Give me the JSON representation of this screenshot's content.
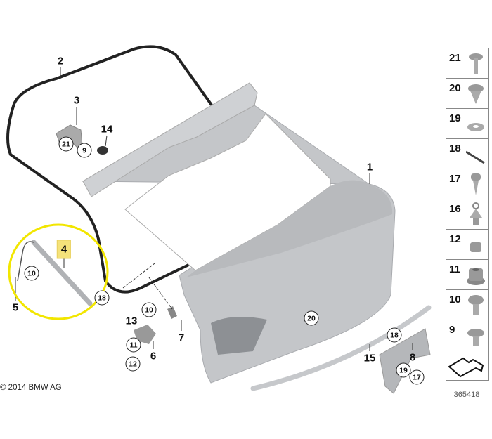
{
  "diagram": {
    "copyright": "© 2014 BMW AG",
    "diagram_number": "365418",
    "highlight_color": "#f2e600",
    "highlighted_part": "4",
    "callouts": [
      "1",
      "2",
      "3",
      "4",
      "5",
      "6",
      "7",
      "8",
      "13",
      "14",
      "15"
    ],
    "circled_refs": [
      "21",
      "9",
      "10",
      "18",
      "10",
      "11",
      "12",
      "20",
      "18",
      "19",
      "17"
    ],
    "legend_parts": [
      "21",
      "20",
      "19",
      "18",
      "17",
      "16",
      "12",
      "11",
      "10",
      "9"
    ],
    "legend_icons": [
      "bolt-washer-icon",
      "expanding-rivet-icon",
      "washer-icon",
      "pin-icon",
      "screw-icon",
      "ball-stud-icon",
      "nut-icon",
      "flange-nut-icon",
      "pan-screw-icon",
      "collar-screw-icon"
    ]
  }
}
